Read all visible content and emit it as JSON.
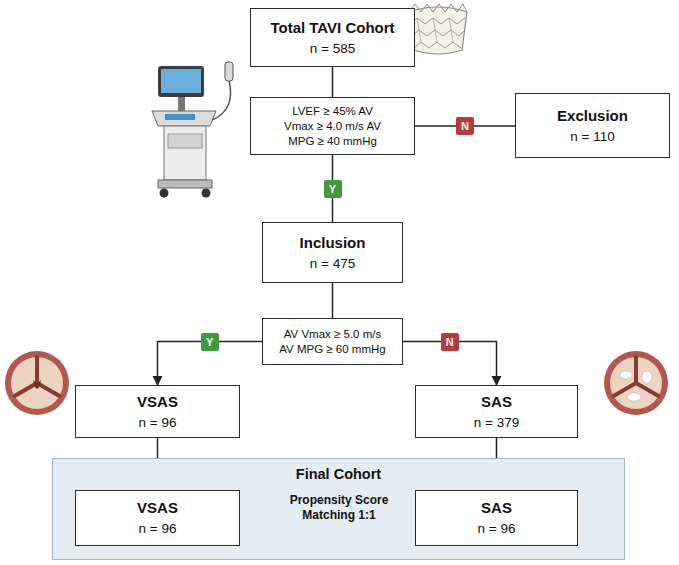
{
  "diagram": {
    "nodes": [
      {
        "text": [
          "Total TAVI Cohort",
          "n = 585"
        ]
      },
      {
        "text": [
          "LVEF ≥ 45% AV Vmax ≥ 4.0 m/s AV MPG ≥ 40 mmHg"
        ]
      },
      {
        "text": [
          "Exclusion",
          "n = 110"
        ]
      },
      {
        "text": [
          "Inclusion",
          "n = 475"
        ]
      },
      {
        "text": [
          "AV Vmax ≥ 5.0 m/s AV MPG ≥ 60 mmHg"
        ]
      },
      {
        "text": [
          "VSAS",
          "n = 96"
        ]
      },
      {
        "text": [
          "SAS",
          "n = 379"
        ]
      },
      {
        "text": [
          "Final Cohort",
          "Propensity Score Matching 1:1"
        ]
      },
      {
        "text": [
          "VSAS",
          "n = 96"
        ],
        "in": 7
      },
      {
        "text": [
          "SAS",
          "n = 96"
        ],
        "in": 7
      }
    ],
    "edges": [
      {
        "from": 0,
        "to": 1,
        "arrow": "none"
      },
      {
        "from": 1,
        "to": 2,
        "label": "N",
        "arrow": "none"
      },
      {
        "from": 1,
        "to": 3,
        "label": "Y",
        "arrow": "none"
      },
      {
        "from": 3,
        "to": 4,
        "arrow": "none"
      },
      {
        "from": 4,
        "to": 5,
        "label": "Y",
        "arrow": "to"
      },
      {
        "from": 4,
        "to": 6,
        "label": "N",
        "arrow": "to"
      },
      {
        "from": 5,
        "to": 8,
        "arrow": "to"
      },
      {
        "from": 6,
        "to": 9,
        "arrow": "to"
      }
    ]
  }
}
